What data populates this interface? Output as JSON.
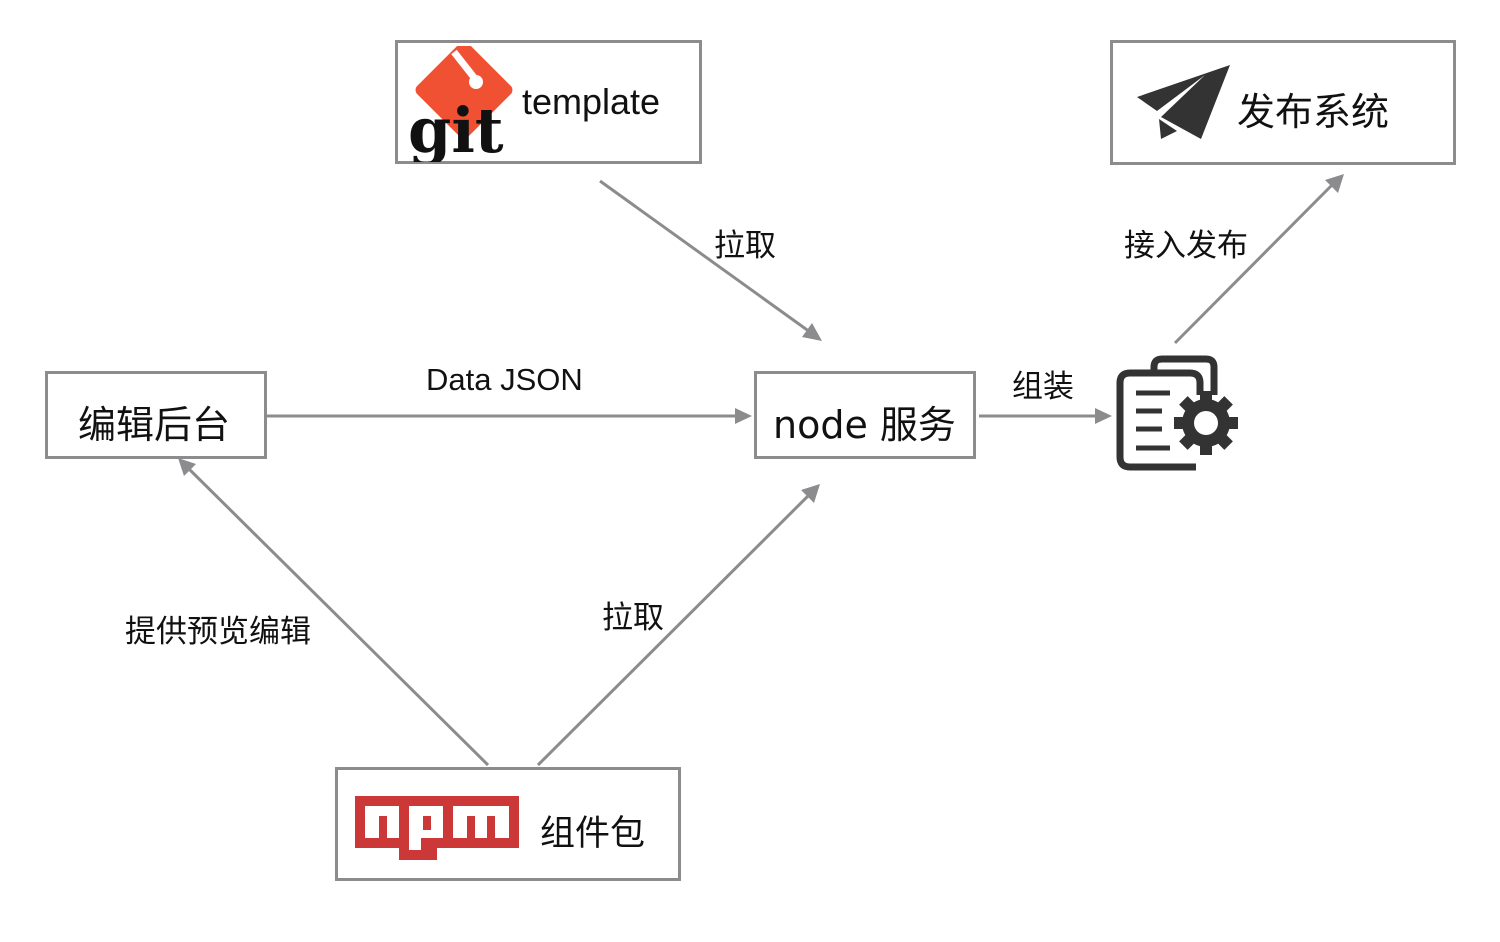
{
  "diagram": {
    "nodes": {
      "git_template": {
        "logo": "git-logo",
        "logo_text": "git",
        "label": "template"
      },
      "publish_system": {
        "icon": "paper-plane-icon",
        "label": "发布系统"
      },
      "editor_backend": {
        "label": "编辑后台"
      },
      "node_service": {
        "label": "node 服务"
      },
      "assembler": {
        "icon": "document-gear-icon"
      },
      "npm_components": {
        "logo": "npm-logo",
        "logo_text": "npm",
        "label": "组件包"
      }
    },
    "edges": [
      {
        "id": "git-to-node",
        "from": "git_template",
        "to": "node_service",
        "label": "拉取"
      },
      {
        "id": "editor-to-node",
        "from": "editor_backend",
        "to": "node_service",
        "label": "Data JSON"
      },
      {
        "id": "node-to-assembler",
        "from": "node_service",
        "to": "assembler",
        "label": "组装"
      },
      {
        "id": "assembler-to-publish",
        "from": "assembler",
        "to": "publish_system",
        "label": "接入发布"
      },
      {
        "id": "npm-to-editor",
        "from": "npm_components",
        "to": "editor_backend",
        "label": "提供预览编辑"
      },
      {
        "id": "npm-to-node",
        "from": "npm_components",
        "to": "node_service",
        "label": "拉取"
      }
    ],
    "colors": {
      "border": "#8c8c8f",
      "arrow": "#8c8c8f",
      "git_orange": "#f05133",
      "npm_red": "#cb3837",
      "icon_dark": "#333333"
    }
  }
}
